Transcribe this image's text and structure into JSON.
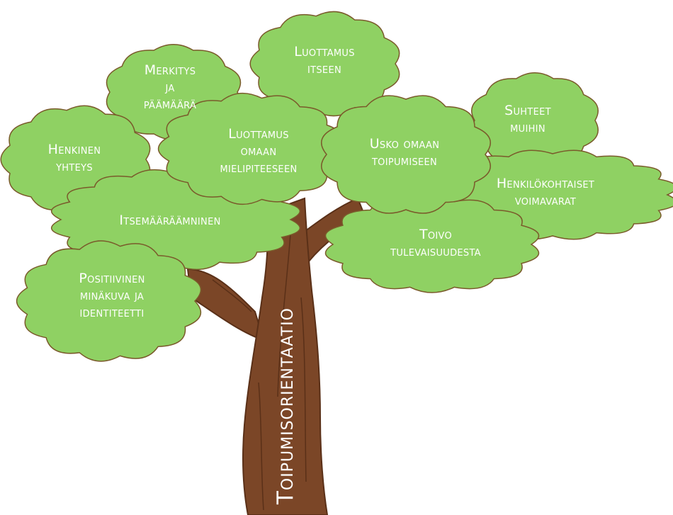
{
  "colors": {
    "leaf_fill": "#8fd163",
    "leaf_stroke": "#7a5a2b",
    "trunk_fill": "#7b4627",
    "trunk_grain": "#5a3018",
    "label_text": "#ffffff"
  },
  "trunk": {
    "label": "Toipumisorientaatio"
  },
  "clouds": [
    {
      "id": "luottamus-itseen",
      "label": "Luottamus\nitseen"
    },
    {
      "id": "merkitys-ja-paamaara",
      "label": "Merkitys\nja\npäämäärä"
    },
    {
      "id": "suhteet-muihin",
      "label": "Suhteet\nmuihin"
    },
    {
      "id": "henkinen-yhteys",
      "label": "Henkinen\nyhteys"
    },
    {
      "id": "luottamus-omaan-mielipiteeseen",
      "label": "Luottamus\nomaan\nmielipiteeseen"
    },
    {
      "id": "usko-omaan-toipumiseen",
      "label": "Usko omaan\ntoipumiseen"
    },
    {
      "id": "henkilokohtaiset-voimavarat",
      "label": "Henkilökohtaiset\nvoimavarat"
    },
    {
      "id": "itsemaaraaminen",
      "label": "Itsemääräämninen"
    },
    {
      "id": "toivo-tulevaisuudesta",
      "label": "Toivo\ntulevaisuudesta"
    },
    {
      "id": "positiivinen-minakuva",
      "label": "Positiivinen\nminäkuva ja\nidentiteetti"
    }
  ]
}
